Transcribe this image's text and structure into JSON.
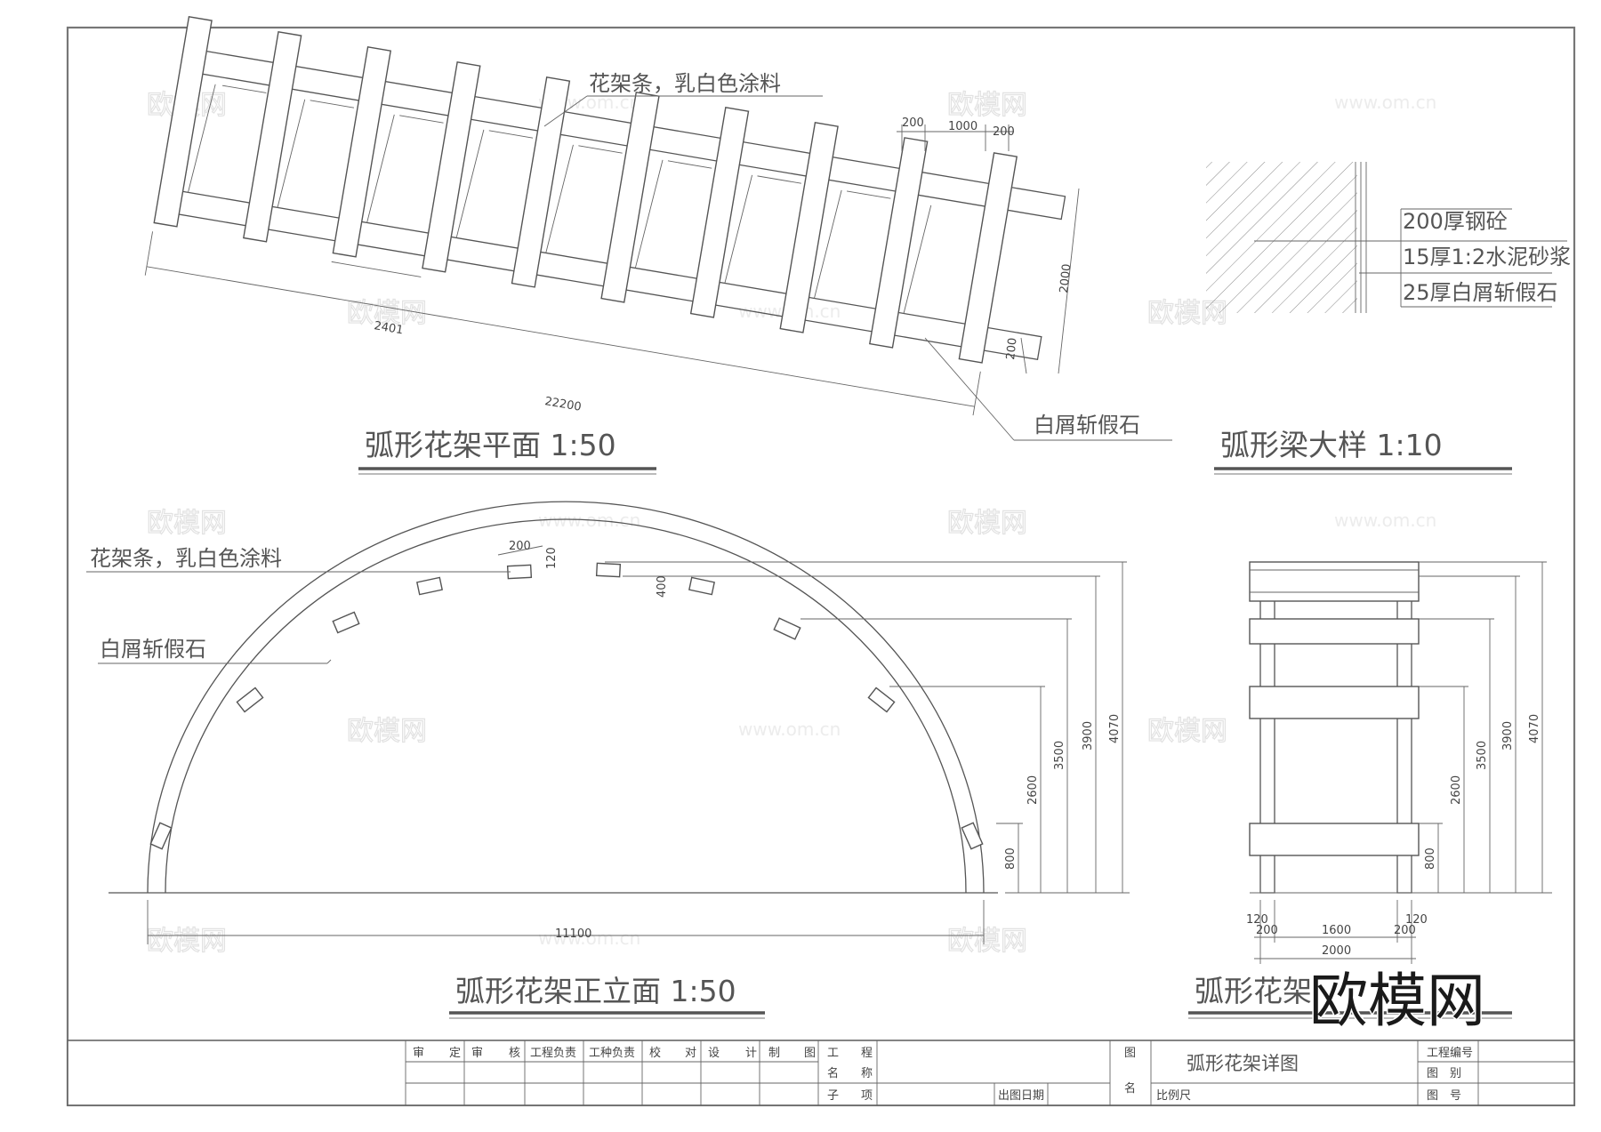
{
  "plan": {
    "title": "弧形花架平面 1:50",
    "label_top": "花架条，乳白色涂料",
    "label_bottom": "白屑斩假石",
    "dims": {
      "d200a": "200",
      "d1000": "1000",
      "d200b": "200",
      "d2000": "2000",
      "d200c": "200",
      "d2401": "2401",
      "d22200": "22200"
    }
  },
  "beam_detail": {
    "title": "弧形梁大样 1:10",
    "layers": [
      "200厚钢砼",
      "15厚1:2水泥砂浆",
      "25厚白屑斩假石"
    ]
  },
  "elevation": {
    "title": "弧形花架正立面 1:50",
    "label_top": "花架条，乳白色涂料",
    "label_bottom": "白屑斩假石",
    "dims": {
      "d200": "200",
      "d120": "120",
      "d400": "400",
      "d800": "800",
      "d2600": "2600",
      "d3500": "3500",
      "d3900": "3900",
      "d4070": "4070",
      "d11100": "11100"
    }
  },
  "side": {
    "title": "弧形花架",
    "dims": {
      "d120a": "120",
      "d200a": "200",
      "d1600": "1600",
      "d200b": "200",
      "d120b": "120",
      "d2000": "2000",
      "d800": "800",
      "d2600": "2600",
      "d3500": "3500",
      "d3900": "3900",
      "d4070": "4070"
    }
  },
  "title_block": {
    "cells": [
      "审",
      "定",
      "审",
      "核",
      "工程负责",
      "工种负责",
      "校",
      "对",
      "设",
      "计",
      "制",
      "图"
    ],
    "project": [
      "工",
      "程",
      "名",
      "称"
    ],
    "sub": [
      "子",
      "项"
    ],
    "date_label": "出图日期",
    "drawing_name_label": [
      "图",
      "名"
    ],
    "drawing_name": "弧形花架详图",
    "scale_label": "比例尺",
    "right_labels": [
      "工程编号",
      "图　别",
      "图　号"
    ]
  },
  "watermark": {
    "logo": "欧模网",
    "url": "www.om.cn"
  }
}
